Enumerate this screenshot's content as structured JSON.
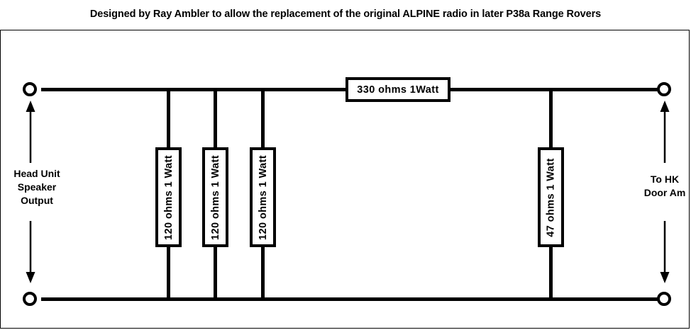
{
  "title": "Designed by Ray Ambler to allow the replacement of the original ALPINE radio in later P38a Range Rovers",
  "captions": {
    "left": {
      "line1": "Head Unit",
      "line2": "Speaker",
      "line3": "Output"
    },
    "right": {
      "line1": "To HK",
      "line2": "Door Am"
    }
  },
  "components": {
    "series_resistor": {
      "label": "330 ohms 1Watt",
      "value": "330",
      "unit": "ohms",
      "power": "1Watt",
      "orientation": "horizontal"
    },
    "shunt_resistors": [
      {
        "label": "120 ohms 1 Watt",
        "value": "120",
        "unit": "ohms",
        "power": "1 Watt",
        "orientation": "vertical"
      },
      {
        "label": "120 ohms 1 Watt",
        "value": "120",
        "unit": "ohms",
        "power": "1 Watt",
        "orientation": "vertical"
      },
      {
        "label": "120 ohms 1 Watt",
        "value": "120",
        "unit": "ohms",
        "power": "1 Watt",
        "orientation": "vertical"
      },
      {
        "label": "47 ohms 1 Watt",
        "value": "47",
        "unit": "ohms",
        "power": "1 Watt",
        "orientation": "vertical"
      }
    ]
  },
  "colors": {
    "ink": "#000000",
    "background": "#ffffff"
  }
}
